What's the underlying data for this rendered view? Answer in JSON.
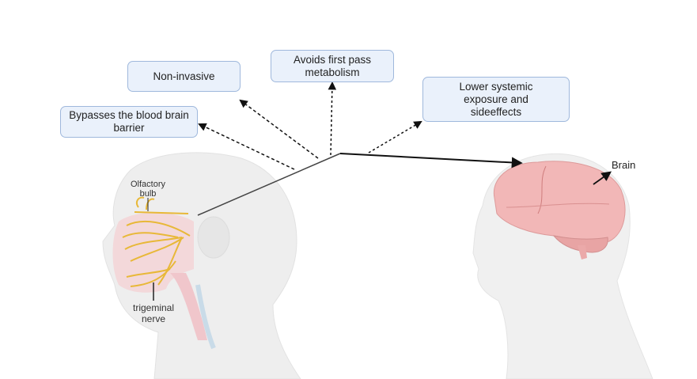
{
  "diagram": {
    "title": "Intranasal drug delivery to the brain",
    "advantages": [
      {
        "id": "bbb",
        "label": "Bypasses the blood brain barrier"
      },
      {
        "id": "noninvasive",
        "label": "Non-invasive"
      },
      {
        "id": "firstpass",
        "label": "Avoids first pass metabolism"
      },
      {
        "id": "systemic",
        "label": "Lower systemic exposure and sideeffects"
      }
    ],
    "anatomy_labels": {
      "olfactory": "Olfactory bulb",
      "trigeminal": "trigeminal nerve",
      "brain": "Brain"
    },
    "colors": {
      "box_fill": "#eaf1fb",
      "box_border": "#9fb8dc",
      "nerve": "#e8b838",
      "brain": "#f0b4b4",
      "silhouette": "#ececec"
    }
  }
}
